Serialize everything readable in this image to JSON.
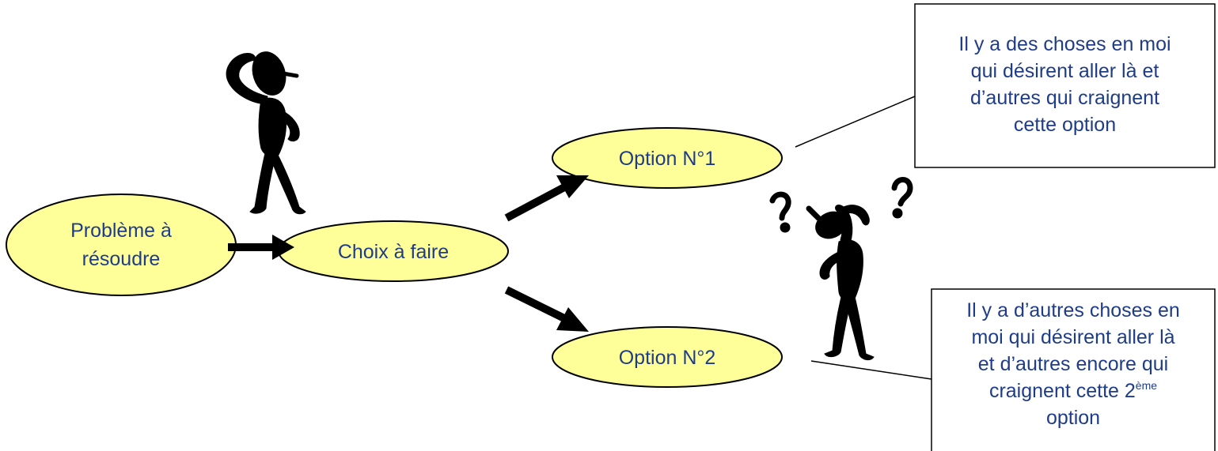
{
  "nodes": {
    "probleme": {
      "line1": "Problème à",
      "line2": "résoudre"
    },
    "choix": {
      "label": "Choix à faire"
    },
    "option1": {
      "label": "Option N°1"
    },
    "option2": {
      "label": "Option N°2"
    }
  },
  "callouts": {
    "box1": {
      "lines": [
        "Il y a des choses en moi",
        "qui désirent aller là et",
        "d’autres qui craignent",
        "cette option"
      ]
    },
    "box2": {
      "lines": [
        "Il y a d’autres choses en",
        "moi qui désirent aller là",
        "et d’autres encore qui"
      ],
      "line4_prefix": "craignent cette 2",
      "line4_sup": "ème",
      "line5": "option"
    }
  },
  "figures": {
    "thinker_1": "thinking-person-icon",
    "thinker_2": "confused-person-icon",
    "question_marks": "question-mark-icon"
  },
  "colors": {
    "node_fill": "#ffff99",
    "text": "#1f3c88",
    "stroke": "#000000"
  }
}
